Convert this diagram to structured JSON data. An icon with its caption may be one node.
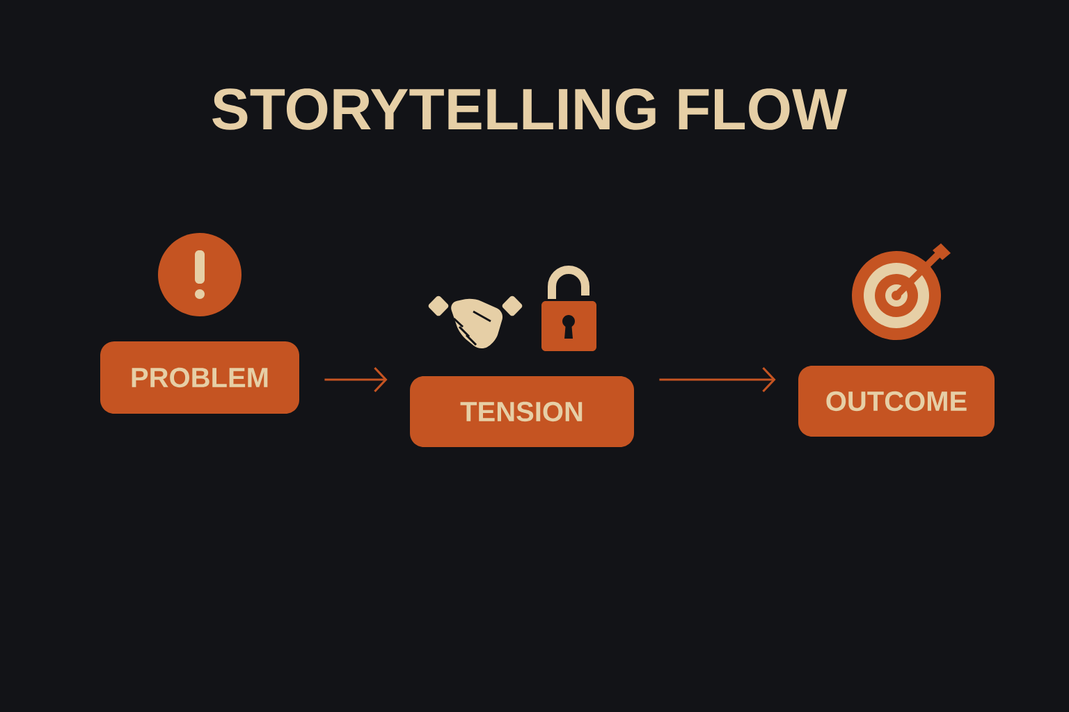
{
  "diagram": {
    "title": "STORYTELLING FLOW",
    "nodes": [
      {
        "text": [
          "PROBLEM"
        ]
      },
      {
        "text": [
          "TENSION"
        ]
      },
      {
        "text": [
          "OUTCOME"
        ]
      }
    ],
    "edges": [
      {
        "from": 0,
        "to": 1,
        "arrow": "to"
      },
      {
        "from": 1,
        "to": 2,
        "arrow": "to"
      }
    ]
  }
}
